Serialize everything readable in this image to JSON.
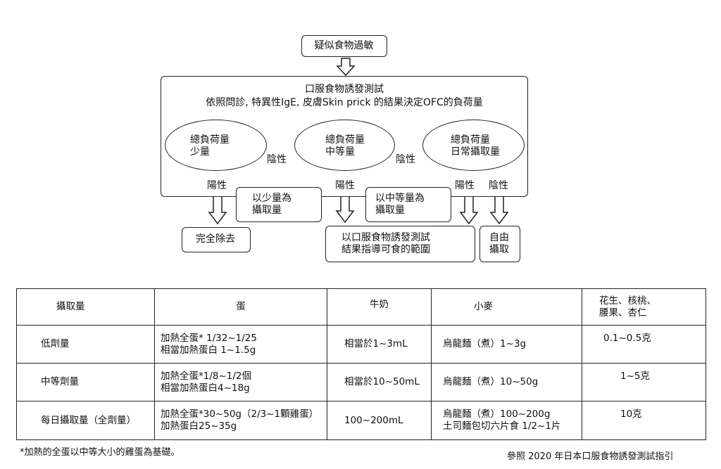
{
  "flow": {
    "start": "疑似食物過敏",
    "ofc_title": "口服食物誘發測試",
    "ofc_subtitle": "依照問診, 特異性IgE, 皮膚Skin prick 的結果決定OFC的負荷量",
    "stages": [
      "總負荷量\n少量",
      "總負荷量\n中等量",
      "總負荷量\n日常攝取量"
    ],
    "negative": "陰性",
    "positive": "陽性",
    "intake_small": "以少量為\n攝取量",
    "intake_medium": "以中等量為\n攝取量",
    "outcome_remove": "完全除去",
    "outcome_guided": "以口服食物誘發測試\n結果指導可食的範圍",
    "outcome_free": "自由\n攝取"
  },
  "table": {
    "headers": [
      "攝取量",
      "蛋",
      "牛奶",
      "小麥",
      "花生、核桃、\n腰果、杏仁"
    ],
    "rows": [
      [
        "低劑量",
        "加熱全蛋* 1/32~1/25\n相當加熱蛋白 1~1.5g",
        "相當於1~3mL",
        "烏龍麵（煮）1~3g",
        "0.1~0.5克"
      ],
      [
        "中等劑量",
        "加熱全蛋*1/8~1/2個\n相當加熱蛋白4~18g",
        "相當於10~50mL",
        "烏龍麵（煮）10~50g",
        "1~5克"
      ],
      [
        "每日攝取量（全劑量）",
        "加熱全蛋*30~50g（2/3~1顆雞蛋）\n加熱蛋白25~35g",
        "100~200mL",
        "烏龍麵（煮）100~200g\n土司麵包切六片食 1/2~1片",
        "10克"
      ]
    ]
  },
  "footnote": "*加熱的全蛋以中等大小的雞蛋為基礎。",
  "reference": "參照 2020 年日本口服食物誘發測試指引"
}
